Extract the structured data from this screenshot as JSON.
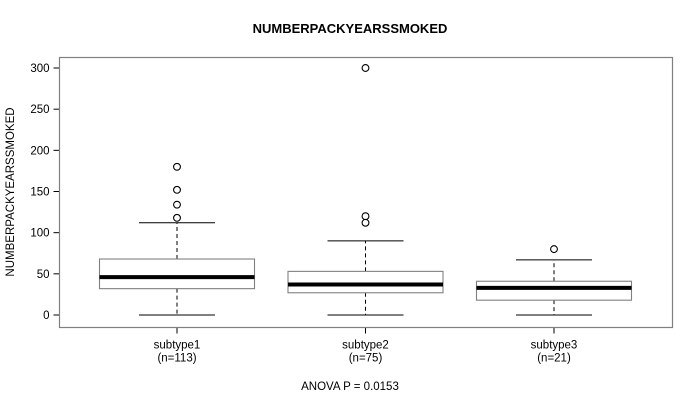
{
  "chart_data": {
    "type": "box",
    "title": "NUMBERPACKYEARSSMOKED",
    "ylabel": "NUMBERPACKYEARSSMOKED",
    "xlabel": "",
    "footnote": "ANOVA P = 0.0153",
    "ylim": [
      -8,
      312
    ],
    "yticks": [
      0,
      50,
      100,
      150,
      200,
      250,
      300
    ],
    "ytick_labels": [
      "0",
      "50",
      "100",
      "150",
      "200",
      "250",
      "300"
    ],
    "grid": false,
    "legend": "none",
    "categories": [
      "subtype1",
      "subtype2",
      "subtype3"
    ],
    "category_labels_line1": [
      "subtype1",
      "subtype2",
      "subtype3"
    ],
    "category_labels_line2": [
      "(n=113)",
      "(n=75)",
      "(n=21)"
    ],
    "counts": [
      113,
      75,
      21
    ],
    "boxes": [
      {
        "name": "subtype1",
        "n": 113,
        "whisker_low": 0,
        "q1": 32,
        "median": 46,
        "q3": 68,
        "whisker_high": 112,
        "outliers": [
          118,
          134,
          152,
          180
        ]
      },
      {
        "name": "subtype2",
        "n": 75,
        "whisker_low": 0,
        "q1": 27,
        "median": 37,
        "q3": 53,
        "whisker_high": 90,
        "outliers": [
          112,
          120,
          300
        ]
      },
      {
        "name": "subtype3",
        "n": 21,
        "whisker_low": 0,
        "q1": 18,
        "median": 33,
        "q3": 41,
        "whisker_high": 67,
        "outliers": [
          80
        ]
      }
    ],
    "colors": {
      "box_stroke": "#808080",
      "median": "#000000",
      "whisker": "#000000",
      "outlier": "#000000",
      "frame": "#808080",
      "background": "#ffffff"
    }
  }
}
